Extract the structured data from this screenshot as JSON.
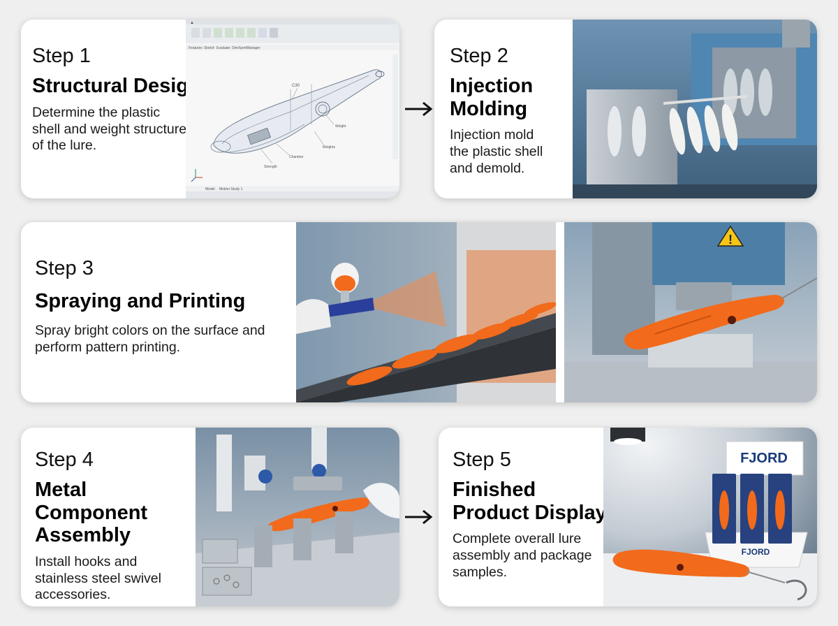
{
  "steps": [
    {
      "label": "Step 1",
      "title": "Structural Design",
      "description": "Determine the plastic shell and weight structure of the lure."
    },
    {
      "label": "Step 2",
      "title": "Injection Molding",
      "description": "Injection mold the plastic shell and demold."
    },
    {
      "label": "Step 3",
      "title": "Spraying and Printing",
      "description": "Spray bright colors on the surface and perform pattern printing."
    },
    {
      "label": "Step 4",
      "title": "Metal Component Assembly",
      "description": "Install hooks and stainless steel swivel accessories."
    },
    {
      "label": "Step 5",
      "title": "Finished Product Display",
      "description": "Complete overall lure assembly and package samples."
    }
  ],
  "cad": {
    "tab_names": [
      "Features",
      "Sketch",
      "Evaluate",
      "DimXpertManager"
    ],
    "bottom_tabs": [
      "Model",
      "Motion Study 1"
    ],
    "callouts": [
      "C30",
      "Weight",
      "Chamber",
      "Strength",
      "Weights"
    ]
  },
  "product": {
    "brand": "FJORD"
  },
  "colors": {
    "lure_orange": "#f26a1b",
    "card_bg": "#ffffff",
    "page_bg": "#efefef",
    "machine_blue": "#4d7fa6",
    "steel": "#b9c1c8",
    "arrow": "#111111"
  },
  "icons": [
    "arrow-right-icon",
    "arrow-right-icon",
    "warning-triangle-icon"
  ]
}
